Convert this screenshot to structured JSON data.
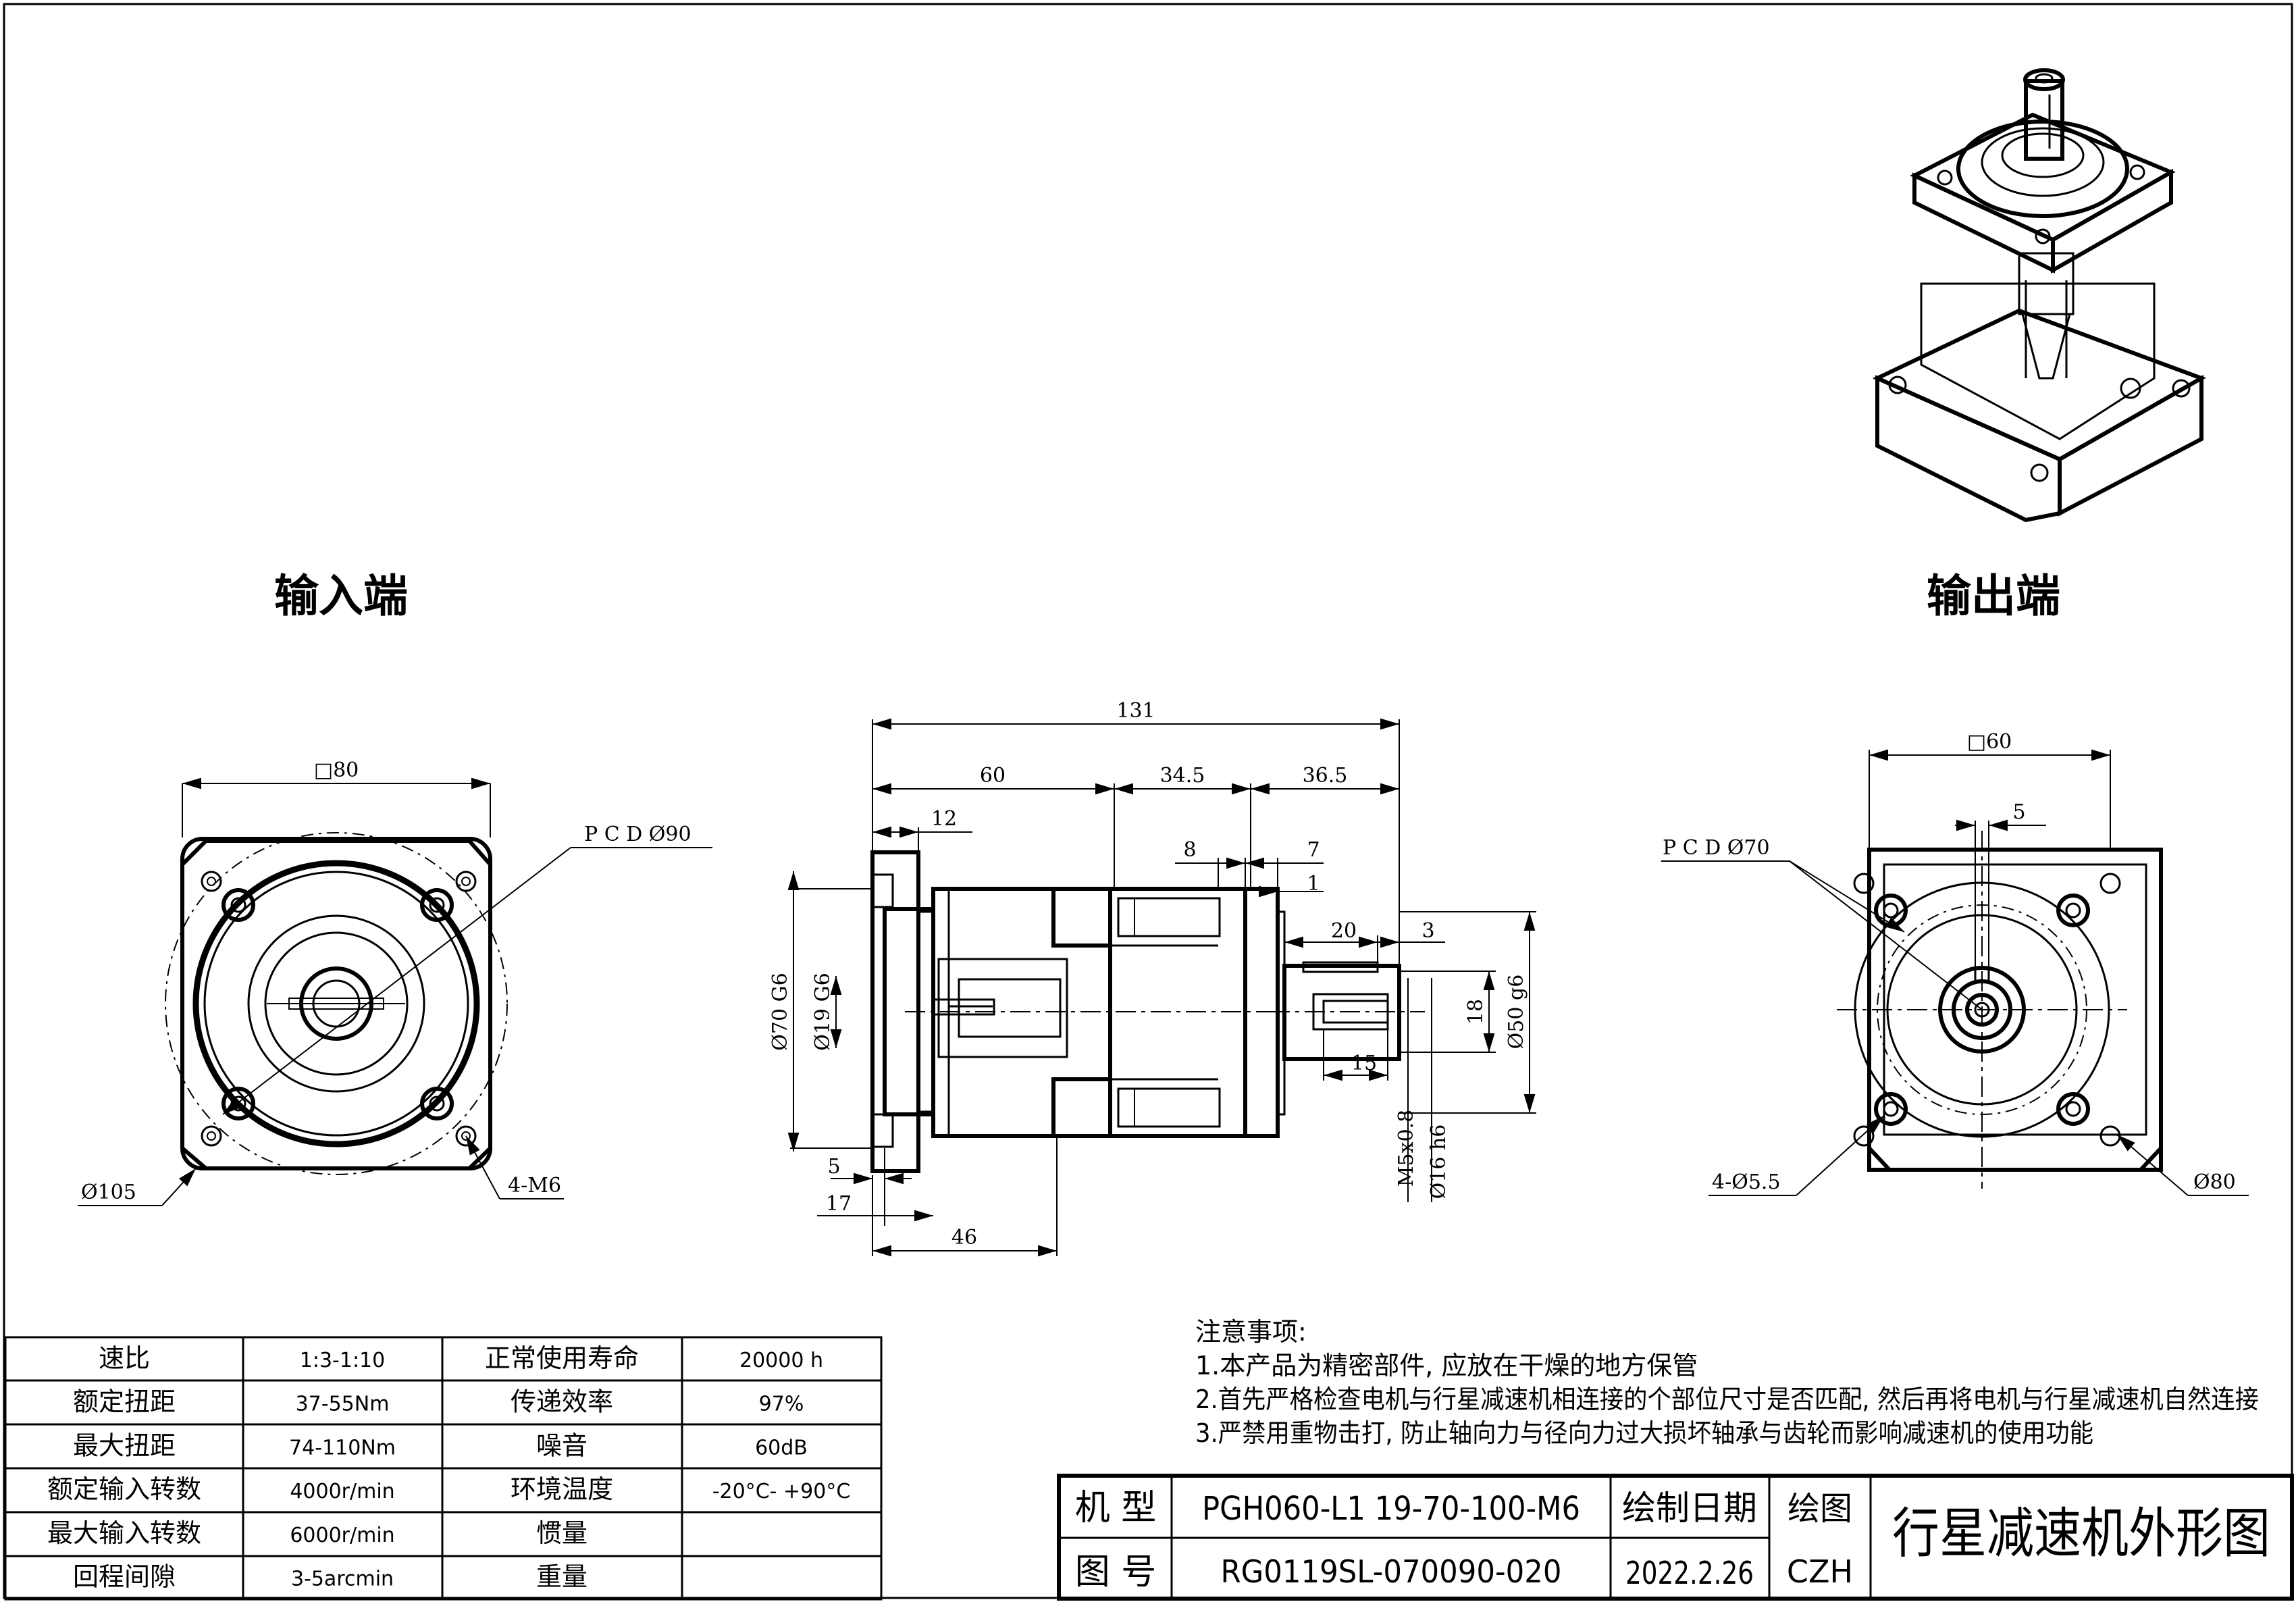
{
  "views": {
    "input_label": "输入端",
    "output_label": "输出端"
  },
  "input_view": {
    "square": "□80",
    "pcd": "P C D Ø90",
    "diameter": "Ø105",
    "holes": "4-M6"
  },
  "side_view": {
    "total": "131",
    "d60": "60",
    "d34_5": "34.5",
    "d36_5": "36.5",
    "d12": "12",
    "d8": "8",
    "d7": "7",
    "d1": "1",
    "d20": "20",
    "d3": "3",
    "d15": "15",
    "d18": "18",
    "d5": "5",
    "d17": "17",
    "d46": "46",
    "dia70": "Ø70 G6",
    "dia19": "Ø19 G6",
    "dia50": "Ø50 g6",
    "thread": "M5x0.8",
    "dia16": "Ø16 h6"
  },
  "output_view": {
    "square": "□60",
    "key": "5",
    "pcd": "P C D Ø70",
    "holes": "4-Ø5.5",
    "diameter": "Ø80"
  },
  "spec_table": [
    [
      "速比",
      "1:3-1:10",
      "正常使用寿命",
      "20000 h"
    ],
    [
      "额定扭距",
      "37-55Nm",
      "传递效率",
      "97%"
    ],
    [
      "最大扭距",
      "74-110Nm",
      "噪音",
      "60dB"
    ],
    [
      "额定输入转数",
      "4000r/min",
      "环境温度",
      "-20°C- +90°C"
    ],
    [
      "最大输入转数",
      "6000r/min",
      "惯量",
      ""
    ],
    [
      "回程间隙",
      "3-5arcmin",
      "重量",
      ""
    ]
  ],
  "notes": {
    "title": "注意事项:",
    "items": [
      "1.本产品为精密部件, 应放在干燥的地方保管",
      "2.首先严格检查电机与行星减速机相连接的个部位尺寸是否匹配, 然后再将电机与行星减速机自然连接",
      "3.严禁用重物击打, 防止轴向力与径向力过大损坏轴承与齿轮而影响减速机的使用功能"
    ]
  },
  "title_block": {
    "model_label": "机 型",
    "model_value": "PGH060-L1 19-70-100-M6",
    "date_label": "绘制日期",
    "drawer_label": "绘图",
    "drawing_no_label": "图 号",
    "drawing_no_value": "RG0119SL-070090-020",
    "date_value": "2022.2.26",
    "drawer_value": "CZH",
    "title": "行星减速机外形图"
  }
}
